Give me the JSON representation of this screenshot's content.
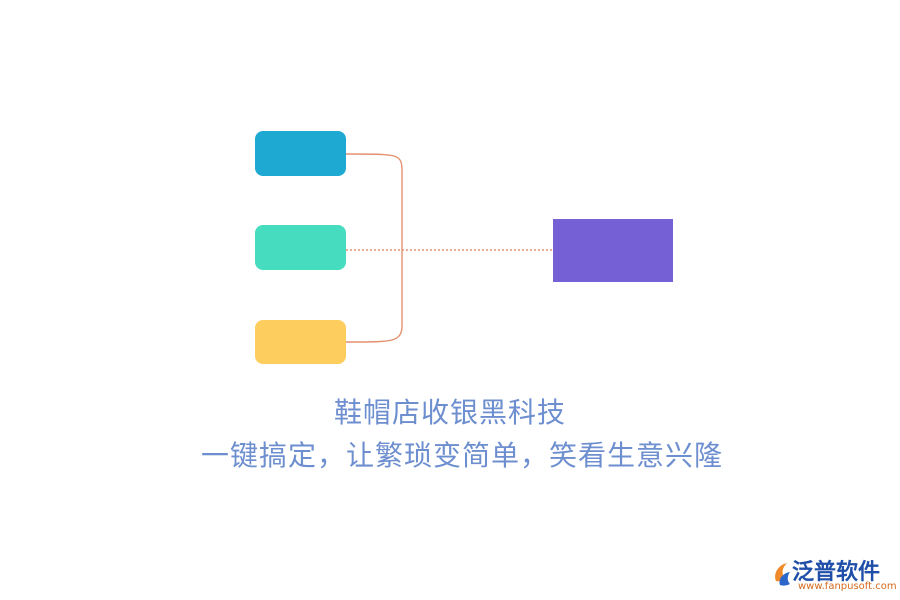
{
  "diagram": {
    "colors": {
      "box_top": "#1ea9d2",
      "box_middle": "#45dcc0",
      "box_bottom": "#fdce5d",
      "target_box": "#7560d6",
      "connector": "#e3916f"
    }
  },
  "caption": {
    "line1": "鞋帽店收银黑科技",
    "line2": "一键搞定，让繁琐变简单，笑看生意兴隆",
    "color": "#6d8ecf"
  },
  "brand": {
    "name": "泛普软件",
    "url": "www.fanpusoft.com",
    "logo_icon": "fanpu-logo-icon",
    "name_color": "#1f4fa8",
    "url_color": "#d66a1e"
  }
}
